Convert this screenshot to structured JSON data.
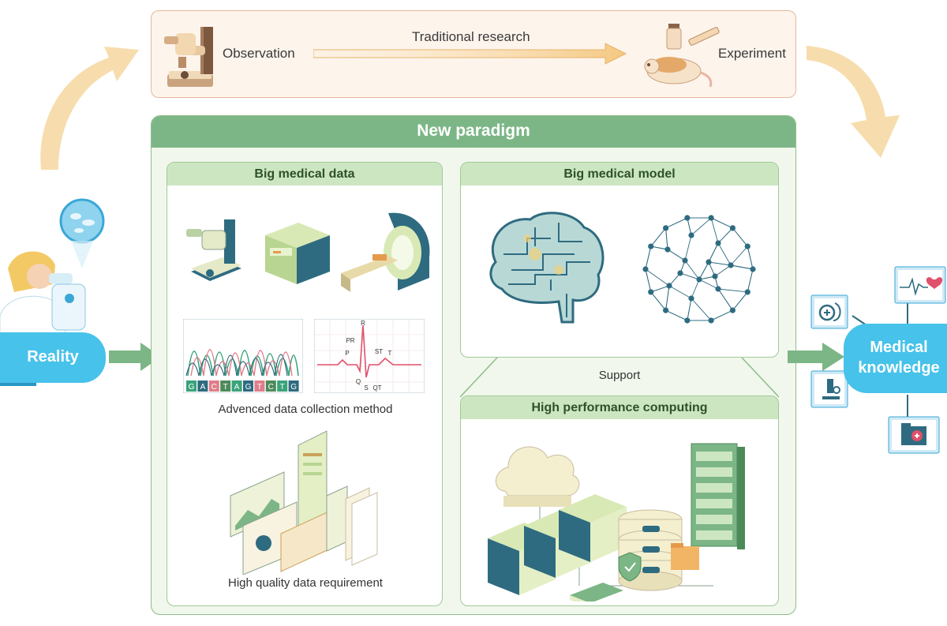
{
  "top": {
    "observation": "Observation",
    "traditional": "Traditional research",
    "experiment": "Experiment"
  },
  "paradigm": {
    "title": "New paradigm",
    "big_data": {
      "title": "Big medical data",
      "sequence_letters": [
        "G",
        "A",
        "C",
        "T",
        "A",
        "G",
        "T",
        "C",
        "T",
        "G"
      ],
      "ecg_labels": [
        "R",
        "PR",
        "P",
        "ST",
        "T",
        "Q",
        "S",
        "QT"
      ],
      "advanced": "Advenced data collection method",
      "quality": "High quality data requirement"
    },
    "big_model": {
      "title": "Big medical model"
    },
    "support": "Support",
    "hpc": {
      "title": "High performance computing"
    }
  },
  "reality": "Reality",
  "knowledge": {
    "line1": "Medical",
    "line2": "knowledge"
  },
  "colors": {
    "green_header": "#7cb686",
    "light_green": "#cde6c2",
    "blue_accent": "#47c2ea",
    "peach_panel": "#fdf4ec",
    "arrow_peach": "#f6d9a4",
    "teal_dark": "#2e6b80"
  },
  "icons": [
    "microscope-icon",
    "mouse-icon",
    "vial-icon",
    "syringe-icon",
    "sequencer-icon",
    "mri-scanner-icon",
    "dna-chromatogram-icon",
    "ecg-icon",
    "dashboard-icon",
    "brain-circuit-icon",
    "network-sphere-icon",
    "cloud-icon",
    "server-rack-icon",
    "database-icon",
    "shield-icon",
    "book-icon",
    "folder-icon",
    "stethoscope-icon",
    "heart-monitor-icon",
    "medical-folder-icon",
    "scientist-icon",
    "cell-icon"
  ]
}
